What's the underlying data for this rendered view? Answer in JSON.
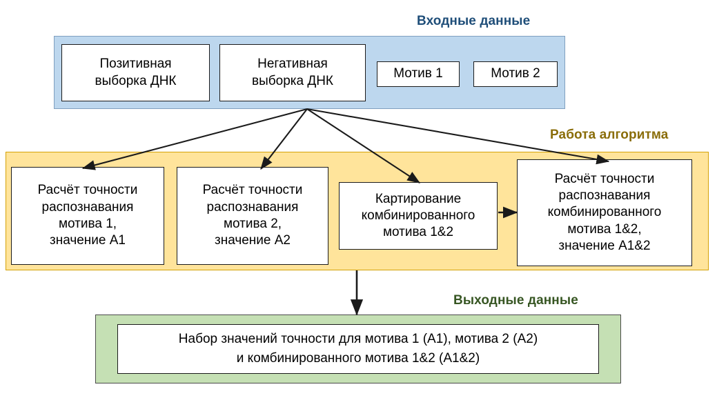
{
  "sections": {
    "input": {
      "title": "Входные данные",
      "color": "#1f4e79",
      "panel_color": "#bdd7ee"
    },
    "algorithm": {
      "title": "Работа алгоритма",
      "color": "#8a6d09",
      "panel_color": "#ffe49b"
    },
    "output": {
      "title": "Выходные данные",
      "color": "#375623",
      "panel_color": "#c5e0b4"
    }
  },
  "nodes": {
    "positive_sample": "Позитивная\nвыборка ДНК",
    "negative_sample": "Негативная\nвыборка ДНК",
    "motif1": "Мотив 1",
    "motif2": "Мотив 2",
    "accuracy_motif1": "Расчёт точности\nраспознавания\nмотива 1,\nзначение А1",
    "accuracy_motif2": "Расчёт точности\nраспознавания\nмотива 2,\nзначение А2",
    "mapping_combined": "Картирование\nкомбинированного\nмотива 1&2",
    "accuracy_combined": "Расчёт точности\nраспознавания\nкомбинированного\nмотива 1&2,\nзначение А1&2",
    "result_set": "Набор значений точности для мотива 1 (А1), мотива 2 (А2)\nи комбинированного мотива 1&2 (А1&2)"
  },
  "edges": [
    {
      "name": "negative-to-accuracy-motif1",
      "from": "negative_sample",
      "to": "accuracy_motif1"
    },
    {
      "name": "negative-to-accuracy-motif2",
      "from": "negative_sample",
      "to": "accuracy_motif2"
    },
    {
      "name": "negative-to-mapping-combined",
      "from": "negative_sample",
      "to": "mapping_combined"
    },
    {
      "name": "negative-to-accuracy-combined",
      "from": "negative_sample",
      "to": "accuracy_combined"
    },
    {
      "name": "mapping-to-accuracy-combined",
      "from": "mapping_combined",
      "to": "accuracy_combined"
    },
    {
      "name": "algorithm-to-result",
      "from": "algorithm_panel",
      "to": "result_set"
    }
  ],
  "arrow_color": "#1a1a1a"
}
